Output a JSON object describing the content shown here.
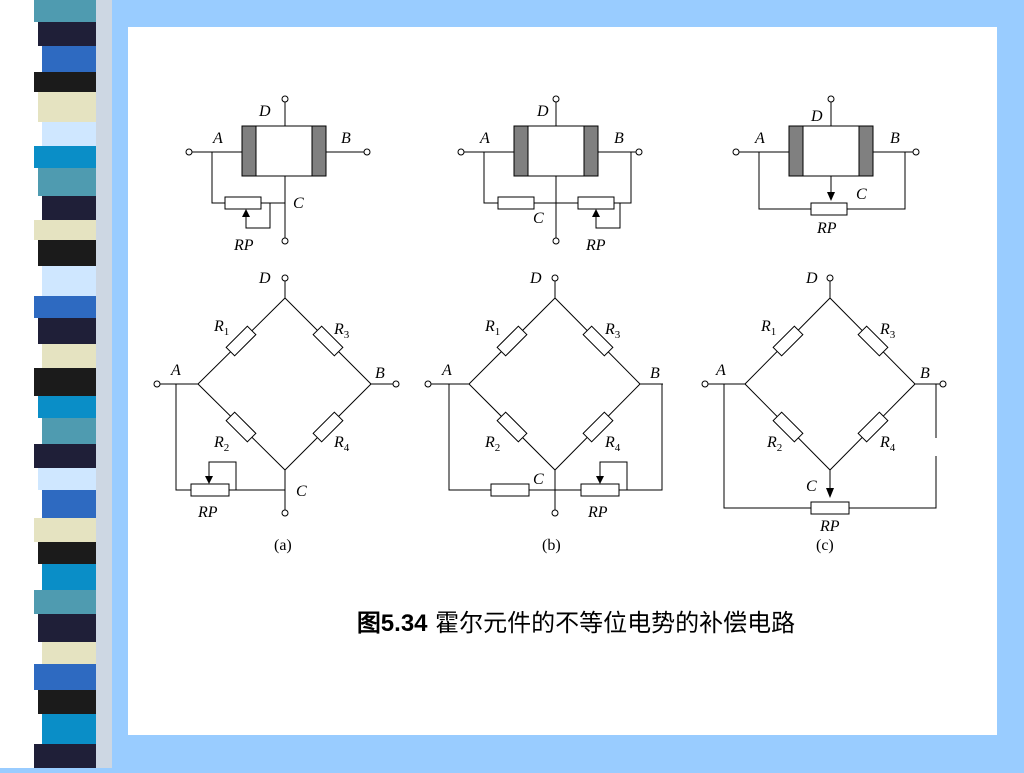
{
  "decor": {
    "strip_colors": [
      "#ffffff",
      "#cdd7e3",
      "#4f9bb0",
      "#1b1b1b",
      "#2e6ac1",
      "#e5e3c1",
      "#0a8ec7",
      "#1f1f38",
      "#cfe7ff"
    ]
  },
  "caption": {
    "number": "图5.34",
    "text": "霍尔元件的不等位电势的补偿电路"
  },
  "labels": {
    "A": "A",
    "B": "B",
    "C": "C",
    "D": "D",
    "RP": "RP",
    "R": "R",
    "R1_sub": "1",
    "R2_sub": "2",
    "R3_sub": "3",
    "R4_sub": "4",
    "sub_a": "(a)",
    "sub_b": "(b)",
    "sub_c": "(c)"
  }
}
